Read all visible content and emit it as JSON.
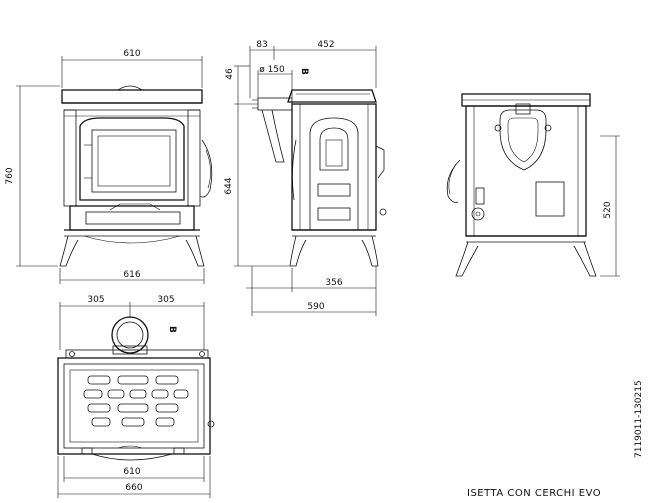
{
  "title": "ISETTA CON CERCHI EVO",
  "drawing_code": "7119011-130215",
  "marker_letter": "B",
  "front_view": {
    "width_top": "610",
    "width_bottom": "616",
    "height": "760"
  },
  "side_view": {
    "flue_offset": "83",
    "depth_top": "452",
    "flue_height": "46",
    "flue_diameter": "ø 150",
    "flue_axis_height": "644",
    "base_depth": "356",
    "total_depth": "590"
  },
  "rear_view": {
    "rear_flue_height": "520"
  },
  "top_view": {
    "half_left": "305",
    "half_right": "305",
    "inner_width": "610",
    "outer_width": "660"
  }
}
